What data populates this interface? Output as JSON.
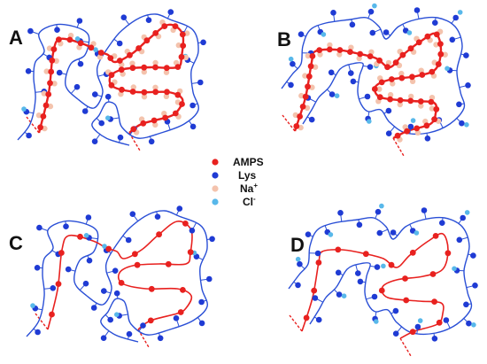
{
  "panels": [
    {
      "id": "A",
      "label": "A"
    },
    {
      "id": "B",
      "label": "B"
    },
    {
      "id": "C",
      "label": "C"
    },
    {
      "id": "D",
      "label": "D"
    }
  ],
  "legend": [
    {
      "key": "amps",
      "label": "AMPS",
      "sup": "",
      "color": "#e8211f"
    },
    {
      "key": "lys",
      "label": "Lys",
      "sup": "",
      "color": "#1f3bd4"
    },
    {
      "key": "na",
      "label": "Na",
      "sup": "+",
      "color": "#f4c3ad"
    },
    {
      "key": "cl",
      "label": "Cl",
      "sup": "-",
      "color": "#58b8ea"
    }
  ],
  "colors": {
    "amps_chain": "#e8211f",
    "lys_chain": "#2a4fd6",
    "lys_bead": "#1f3bd4",
    "na_ion": "#f4c3ad",
    "cl_ion": "#58b8ea"
  }
}
